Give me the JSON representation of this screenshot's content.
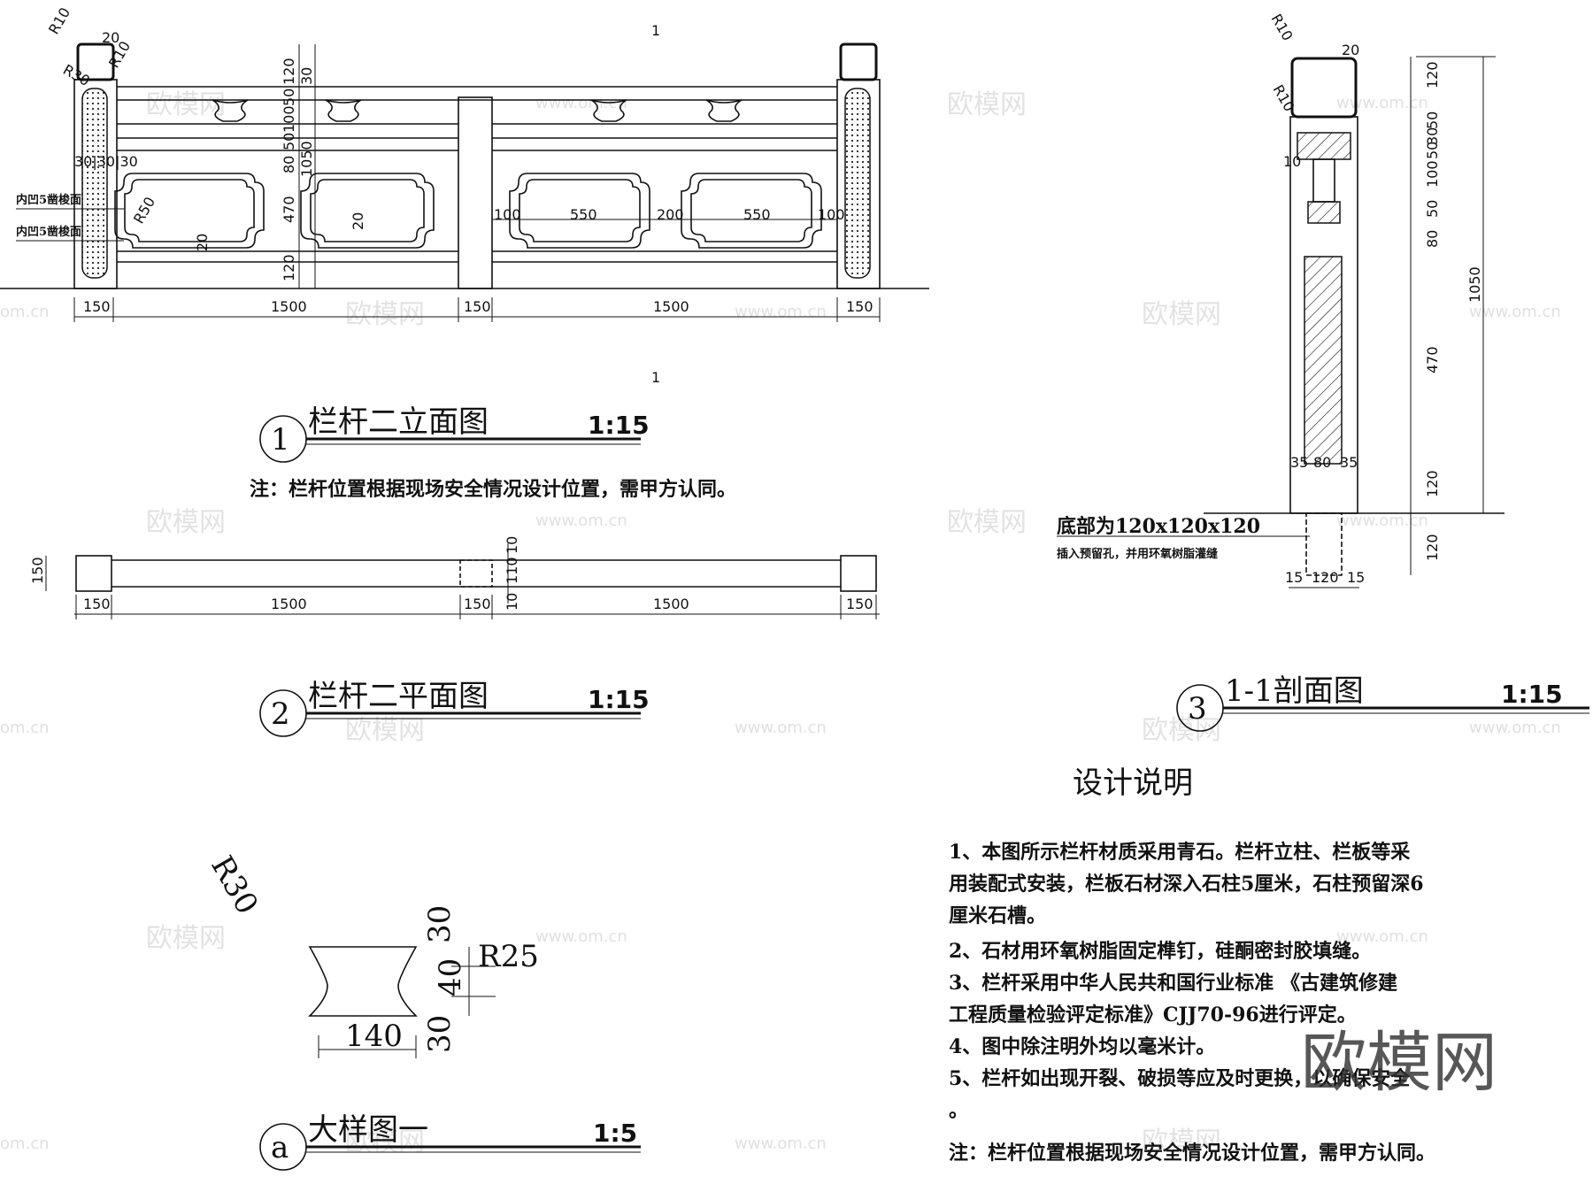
{
  "watermarks": {
    "brand": "欧模网",
    "site": "www.om.cn",
    "site_short": "om.cn"
  },
  "elevation": {
    "section_mark_top": "1",
    "section_mark_bottom": "1",
    "title": "栏杆二立面图",
    "symbol": "1",
    "scale": "1:15",
    "note": "注：栏杆位置根据现场安全情况设计位置，需甲方认同。",
    "radius_labels": [
      "R10",
      "20",
      "R10",
      "R30",
      "R50"
    ],
    "vertical_dims": [
      "120",
      "30",
      "50",
      "100",
      "50",
      "80",
      "1050",
      "470",
      "120"
    ],
    "side_dims": "30|30|30",
    "callouts": [
      "内凹5凿梭面",
      "内凹5凿梭面"
    ],
    "panel_dims": [
      "100",
      "550",
      "200",
      "550",
      "100"
    ],
    "inner_dims": [
      "20",
      "20"
    ],
    "bottom_dims": [
      "150",
      "1500",
      "150",
      "1500",
      "150"
    ]
  },
  "plan": {
    "title": "栏杆二平面图",
    "symbol": "2",
    "scale": "1:15",
    "left_dim": "150",
    "post_dims": [
      "10",
      "110",
      "10"
    ],
    "bottom_dims": [
      "150",
      "1500",
      "150",
      "1500",
      "150"
    ]
  },
  "section": {
    "title": "1-1剖面图",
    "symbol": "3",
    "scale": "1:15",
    "radius_labels": [
      "R10",
      "20",
      "R10"
    ],
    "left_label": "10",
    "vertical_dims": [
      "120",
      "50",
      "30",
      "50",
      "100",
      "50",
      "80",
      "470",
      "120",
      "120"
    ],
    "total_dim": "1050",
    "inner_dims": [
      "35",
      "80",
      "35"
    ],
    "base_label": "底部为120x120x120",
    "base_note": "插入预留孔，并用环氧树脂灌缝",
    "base_dims": [
      "15",
      "120",
      "15"
    ]
  },
  "detail": {
    "title": "大样图一",
    "symbol": "a",
    "scale": "1:5",
    "radius_top": "R30",
    "radius_side": "R25",
    "width": "140",
    "heights": [
      "30",
      "40",
      "30"
    ]
  },
  "design_notes": {
    "heading": "设计说明",
    "lines": [
      "1、本图所示栏杆材质采用青石。栏杆立柱、栏板等采",
      "用装配式安装，栏板石材深入石柱5厘米，石柱预留深6",
      "厘米石槽。",
      "2、石材用环氧树脂固定榫钉，硅酮密封胶填缝。",
      "3、栏杆采用中华人民共和国行业标准 《古建筑修建",
      "工程质量检验评定标准》CJJ70-96进行评定。",
      "4、图中除注明外均以毫米计。",
      "5、栏杆如出现开裂、破损等应及时更换，以确保安全",
      "。",
      "注：栏杆位置根据现场安全情况设计位置，需甲方认同。"
    ]
  }
}
